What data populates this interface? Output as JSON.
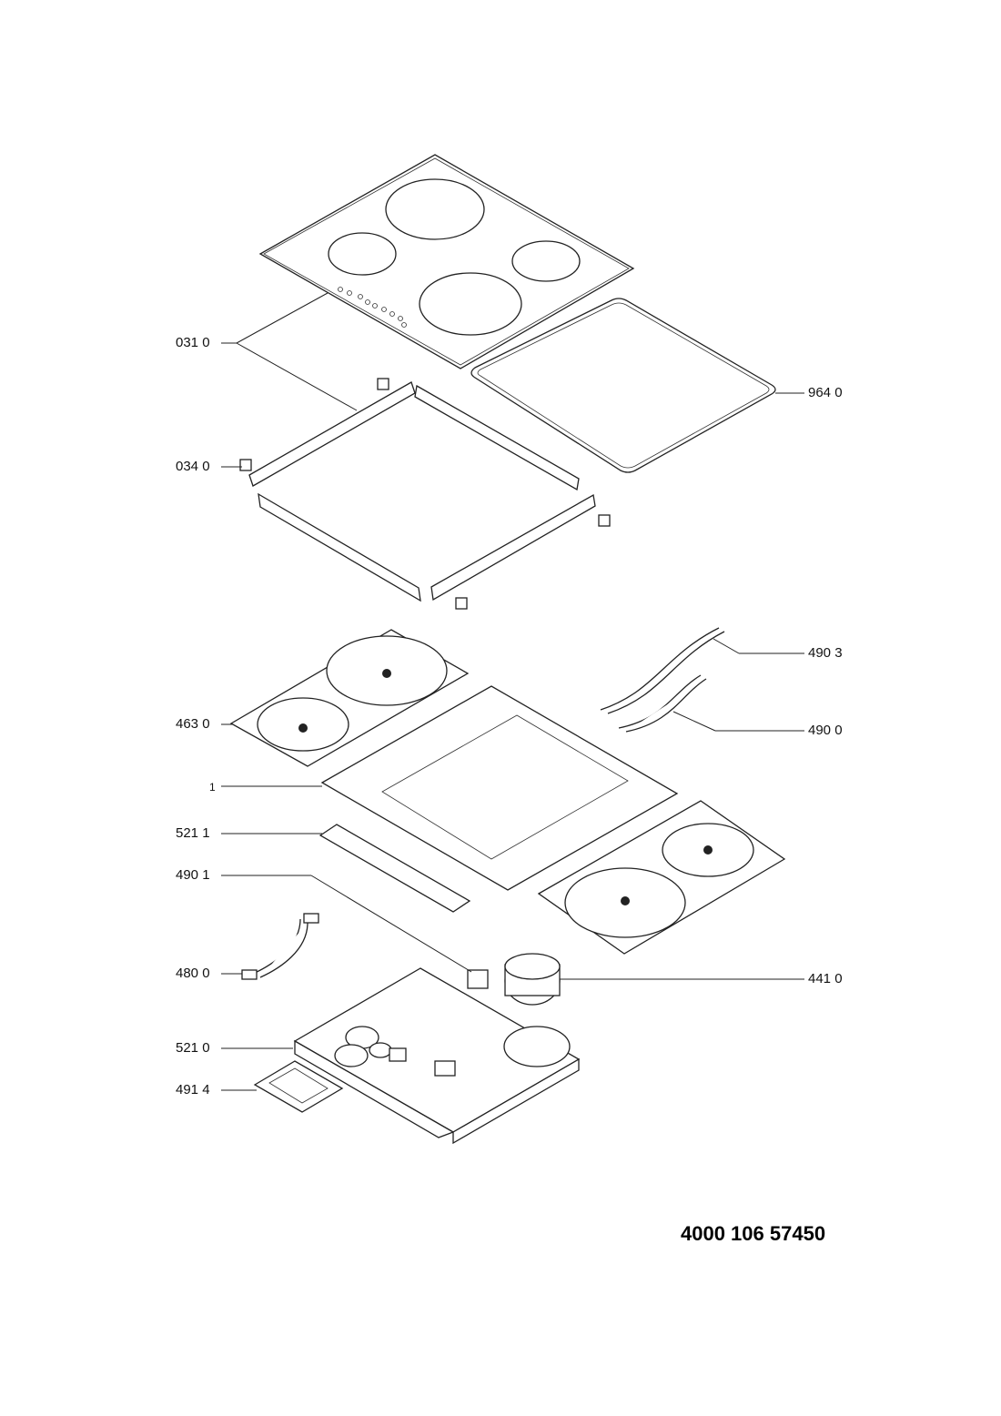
{
  "document_number": "4000 106 57450",
  "labels": {
    "p031_0": "031 0",
    "p964_0": "964 0",
    "p034_0": "034 0",
    "p490_3": "490 3",
    "p463_0": "463 0",
    "p490_0": "490 0",
    "p1": "1",
    "p521_1": "521 1",
    "p490_1": "490 1",
    "p480_0": "480 0",
    "p441_0": "441 0",
    "p521_0": "521 0",
    "p491_4": "491 4"
  }
}
